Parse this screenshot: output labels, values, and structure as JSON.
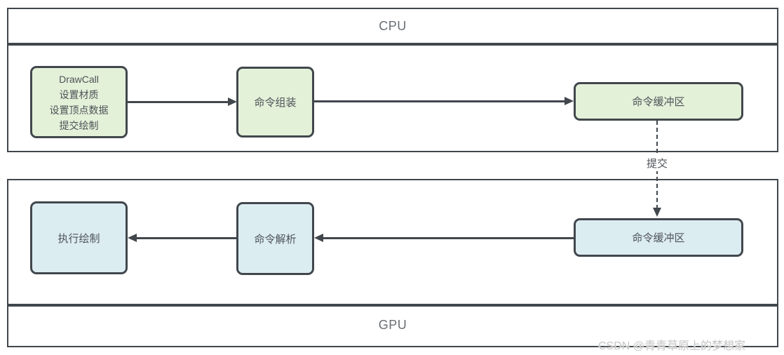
{
  "diagram": {
    "cpu": {
      "title": "CPU"
    },
    "gpu": {
      "title": "GPU"
    },
    "nodes": {
      "drawcall": {
        "lines": [
          "DrawCall",
          "设置材质",
          "设置顶点数据",
          "提交绘制"
        ]
      },
      "cmd_assemble": {
        "label": "命令组装"
      },
      "cmd_buffer_cpu": {
        "label": "命令缓冲区"
      },
      "cmd_buffer_gpu": {
        "label": "命令缓冲区"
      },
      "cmd_parse": {
        "label": "命令解析"
      },
      "exec_draw": {
        "label": "执行绘制"
      }
    },
    "edges": {
      "submit_label": "提交",
      "flow": [
        "drawcall -> cmd_assemble",
        "cmd_assemble -> cmd_buffer_cpu",
        "cmd_buffer_cpu -提交-> cmd_buffer_gpu (dashed)",
        "cmd_buffer_gpu -> cmd_parse",
        "cmd_parse -> exec_draw"
      ]
    },
    "colors": {
      "cpu_node_fill": "#e4f1d9",
      "gpu_node_fill": "#dcedf2",
      "line": "#41474c",
      "text": "#4d5257",
      "section_title": "#6a6e72",
      "watermark": "#c6c6c6"
    }
  },
  "watermark": {
    "text": "CSDN @青青草原上的梦想家"
  }
}
